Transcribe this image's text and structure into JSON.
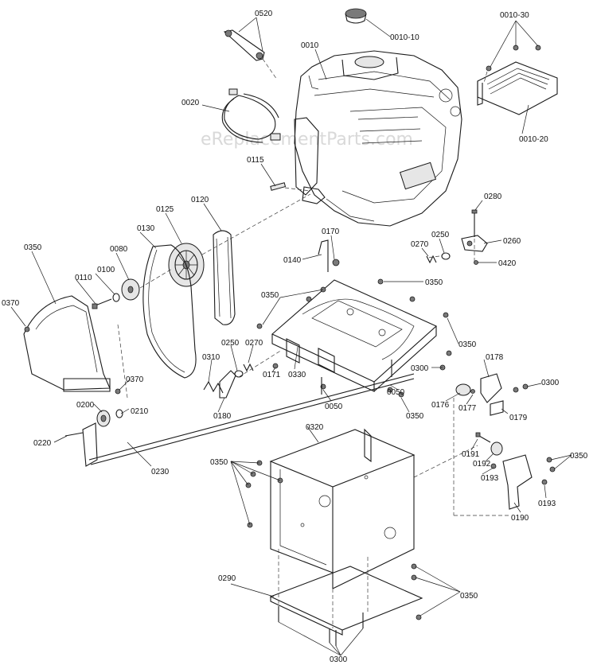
{
  "watermark": "eReplacementParts.com",
  "labels": [
    {
      "id": "l0520",
      "text": "0520"
    },
    {
      "id": "l0010",
      "text": "0010"
    },
    {
      "id": "l0010_10",
      "text": "0010-10"
    },
    {
      "id": "l0010_30",
      "text": "0010-30"
    },
    {
      "id": "l0020",
      "text": "0020"
    },
    {
      "id": "l0010_20",
      "text": "0010-20"
    },
    {
      "id": "l0115",
      "text": "0115"
    },
    {
      "id": "l0120",
      "text": "0120"
    },
    {
      "id": "l0280",
      "text": "0280"
    },
    {
      "id": "l0125",
      "text": "0125"
    },
    {
      "id": "l0130",
      "text": "0130"
    },
    {
      "id": "l0350a",
      "text": "0350"
    },
    {
      "id": "l0080",
      "text": "0080"
    },
    {
      "id": "l0170",
      "text": "0170"
    },
    {
      "id": "l0250a",
      "text": "0250"
    },
    {
      "id": "l0270a",
      "text": "0270"
    },
    {
      "id": "l0260",
      "text": "0260"
    },
    {
      "id": "l0100",
      "text": "0100"
    },
    {
      "id": "l0110",
      "text": "0110"
    },
    {
      "id": "l0140",
      "text": "0140"
    },
    {
      "id": "l0420",
      "text": "0420"
    },
    {
      "id": "l0350b",
      "text": "0350"
    },
    {
      "id": "l0370a",
      "text": "0370"
    },
    {
      "id": "l0350c",
      "text": "0350"
    },
    {
      "id": "l0350d",
      "text": "0350"
    },
    {
      "id": "l0250b",
      "text": "0250"
    },
    {
      "id": "l0270b",
      "text": "0270"
    },
    {
      "id": "l0178",
      "text": "0178"
    },
    {
      "id": "l0310",
      "text": "0310"
    },
    {
      "id": "l0171",
      "text": "0171"
    },
    {
      "id": "l0330",
      "text": "0330"
    },
    {
      "id": "l0300a",
      "text": "0300"
    },
    {
      "id": "l0370b",
      "text": "0370"
    },
    {
      "id": "l0300b",
      "text": "0300"
    },
    {
      "id": "l0050a",
      "text": "0050"
    },
    {
      "id": "l0176",
      "text": "0176"
    },
    {
      "id": "l0177",
      "text": "0177"
    },
    {
      "id": "l0200",
      "text": "0200"
    },
    {
      "id": "l0050b",
      "text": "0050"
    },
    {
      "id": "l0350e",
      "text": "0350"
    },
    {
      "id": "l0179",
      "text": "0179"
    },
    {
      "id": "l0210",
      "text": "0210"
    },
    {
      "id": "l0180",
      "text": "0180"
    },
    {
      "id": "l0320",
      "text": "0320"
    },
    {
      "id": "l0220",
      "text": "0220"
    },
    {
      "id": "l0191",
      "text": "0191"
    },
    {
      "id": "l0192",
      "text": "0192"
    },
    {
      "id": "l0350f",
      "text": "0350"
    },
    {
      "id": "l0350g",
      "text": "0350"
    },
    {
      "id": "l0230",
      "text": "0230"
    },
    {
      "id": "l0193a",
      "text": "0193"
    },
    {
      "id": "l0193b",
      "text": "0193"
    },
    {
      "id": "l0190",
      "text": "0190"
    },
    {
      "id": "l0290",
      "text": "0290"
    },
    {
      "id": "l0350h",
      "text": "0350"
    },
    {
      "id": "l0300c",
      "text": "0300"
    }
  ]
}
